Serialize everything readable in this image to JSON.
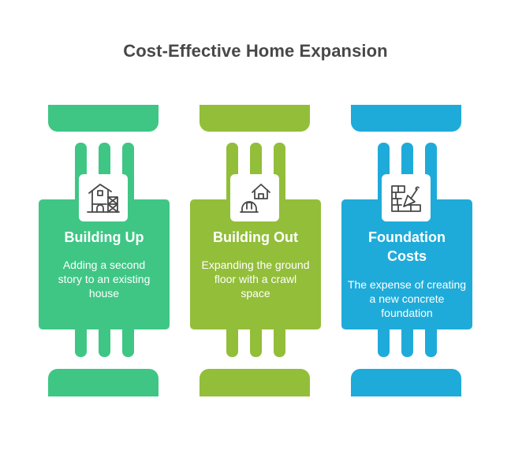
{
  "title": "Cost-Effective Home Expansion",
  "columns": [
    {
      "id": "building-up",
      "title": "Building Up",
      "description": "Adding a second story to an existing house",
      "icon": "house-scaffolding-icon",
      "color": "#3FC685"
    },
    {
      "id": "building-out",
      "title": "Building Out",
      "description": "Expanding the ground floor with a crawl space",
      "icon": "house-hardhat-icon",
      "color": "#93BE3A"
    },
    {
      "id": "foundation-costs",
      "title": "Foundation Costs",
      "description": "The expense of creating a new concrete foundation",
      "icon": "brick-wall-trowel-icon",
      "color": "#1FABD9"
    }
  ],
  "colors": {
    "title_text": "#484848",
    "icon_stroke": "#484848",
    "background": "#FFFFFF"
  }
}
